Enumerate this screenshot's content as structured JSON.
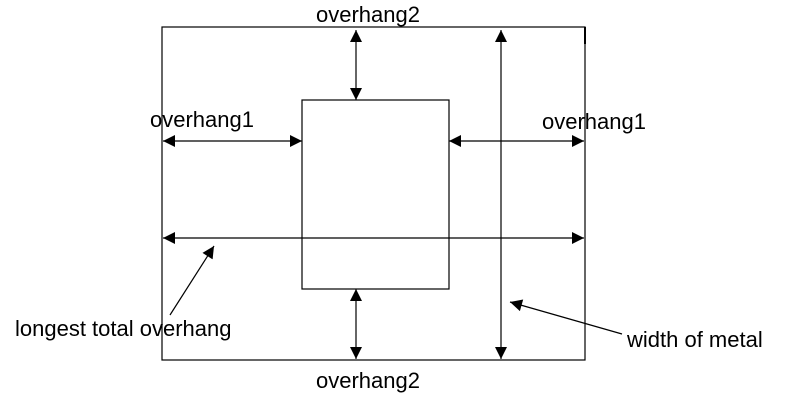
{
  "labels": {
    "overhang2_top": "overhang2",
    "overhang2_bottom": "overhang2",
    "overhang1_left": "overhang1",
    "overhang1_right": "overhang1",
    "longest_total_overhang": "longest total overhang",
    "width_of_metal": "width of metal"
  },
  "colors": {
    "stroke": "#000000",
    "background": "#ffffff"
  }
}
